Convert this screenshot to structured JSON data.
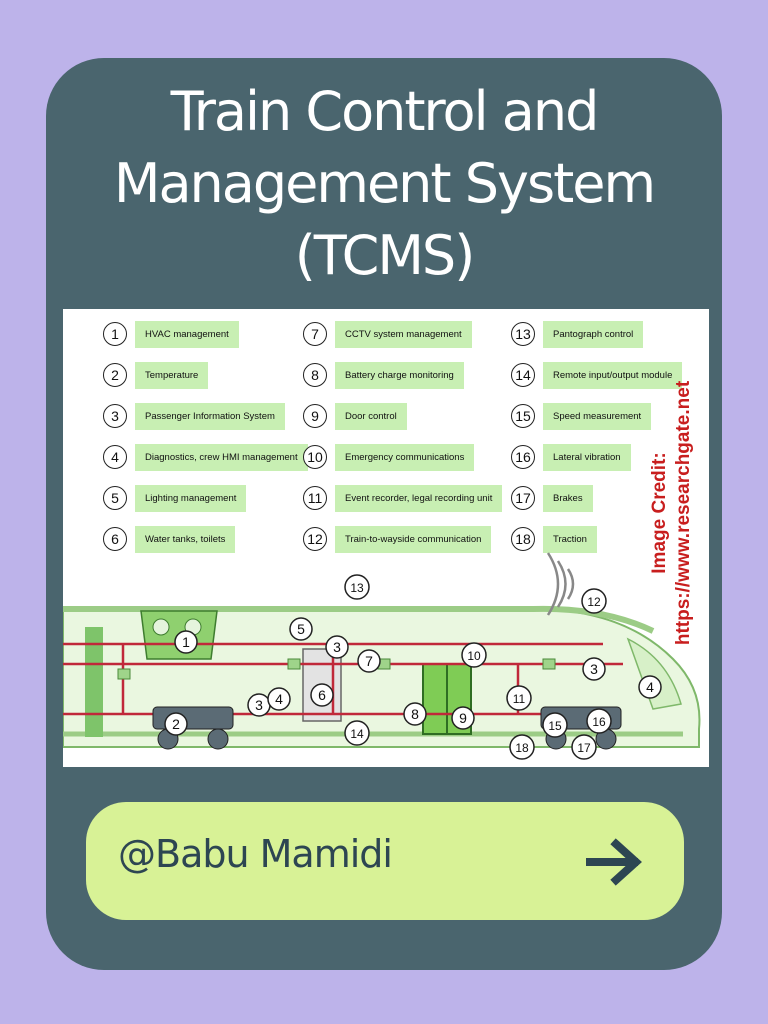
{
  "title": {
    "line1": "Train Control and",
    "line2": "Management System",
    "line3": "(TCMS)"
  },
  "legend": [
    {
      "num": "1",
      "label": "HVAC management"
    },
    {
      "num": "2",
      "label": "Temperature"
    },
    {
      "num": "3",
      "label": "Passenger Information System"
    },
    {
      "num": "4",
      "label": "Diagnostics, crew HMI management"
    },
    {
      "num": "5",
      "label": "Lighting management"
    },
    {
      "num": "6",
      "label": "Water tanks, toilets"
    },
    {
      "num": "7",
      "label": "CCTV system management"
    },
    {
      "num": "8",
      "label": "Battery charge monitoring"
    },
    {
      "num": "9",
      "label": "Door control"
    },
    {
      "num": "10",
      "label": "Emergency communications"
    },
    {
      "num": "11",
      "label": "Event recorder, legal recording unit"
    },
    {
      "num": "12",
      "label": "Train-to-wayside communication"
    },
    {
      "num": "13",
      "label": "Pantograph control"
    },
    {
      "num": "14",
      "label": "Remote input/output module"
    },
    {
      "num": "15",
      "label": "Speed measurement"
    },
    {
      "num": "16",
      "label": "Lateral vibration"
    },
    {
      "num": "17",
      "label": "Brakes"
    },
    {
      "num": "18",
      "label": "Traction"
    }
  ],
  "credit": {
    "line1": "Image Credit:",
    "line2": "https://www.researchgate.net"
  },
  "cta": {
    "label": "@Babu Mamidi",
    "icon": "arrow-right-icon"
  },
  "colors": {
    "background": "#bdb3ea",
    "card": "#4a656e",
    "cta": "#d8f296",
    "legend_box": "#c8efb3",
    "train_line": "#c0283a",
    "credit": "#c81e1e"
  }
}
